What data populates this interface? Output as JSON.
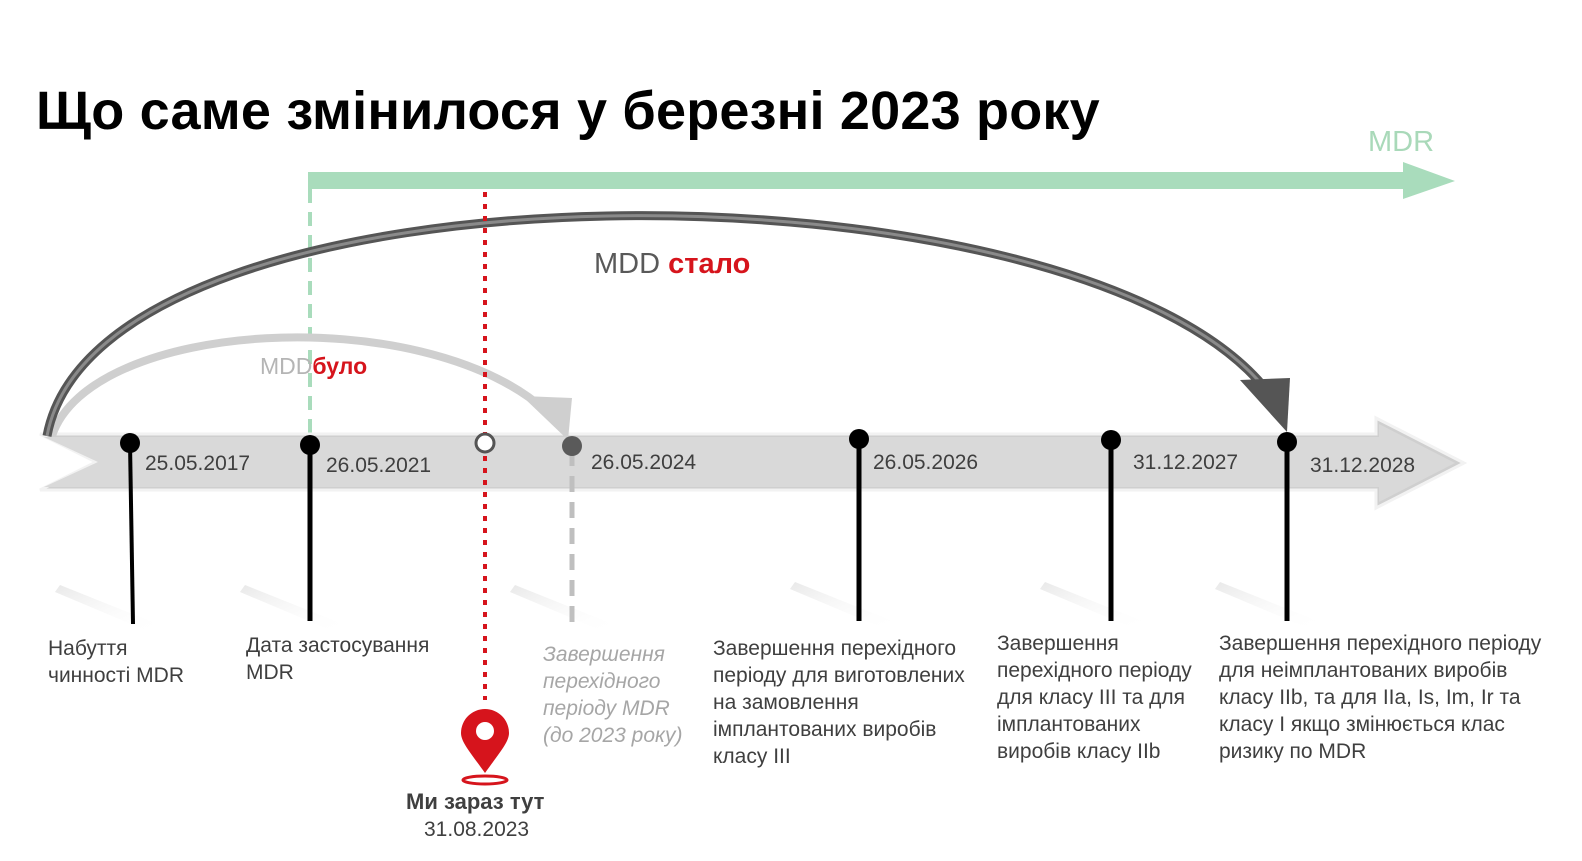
{
  "title": "Що саме змінилося у березні 2023 року",
  "mdr_label": "MDR",
  "mdd_now": {
    "prefix": "MDD",
    "word": "стало"
  },
  "mdd_was": {
    "prefix": "MDD",
    "word": "було"
  },
  "dates": [
    "25.05.2017",
    "26.05.2021",
    "26.05.2024",
    "26.05.2026",
    "31.12.2027",
    "31.12.2028"
  ],
  "milestones": [
    {
      "text": "Набуття чинності MDR"
    },
    {
      "text": "Дата застосування MDR"
    },
    {
      "text": "Завершення перехідного періоду MDR (до 2023 року)"
    },
    {
      "text": "Завершення  перехідного періоду для виготовлених на замовлення імплантованих виробів класу III"
    },
    {
      "text": "Завершення перехідного періоду для класу III та для імплантованих виробів класу IIb"
    },
    {
      "text": "Завершення  перехідного періоду для неімплантованих виробів класу IIb, та для IIa, Is, Im, Ir та класу I якщо змінюється клас ризику по MDR"
    }
  ],
  "we_are_here": {
    "label": "Ми зараз тут",
    "date": "31.08.2023"
  },
  "colors": {
    "mdr_green": "#a9dcbc",
    "timeline_gray": "#d9d9d9",
    "accent_red": "#d6141c",
    "dark_arc": "#555555",
    "light_arc": "#cfcfcf"
  }
}
